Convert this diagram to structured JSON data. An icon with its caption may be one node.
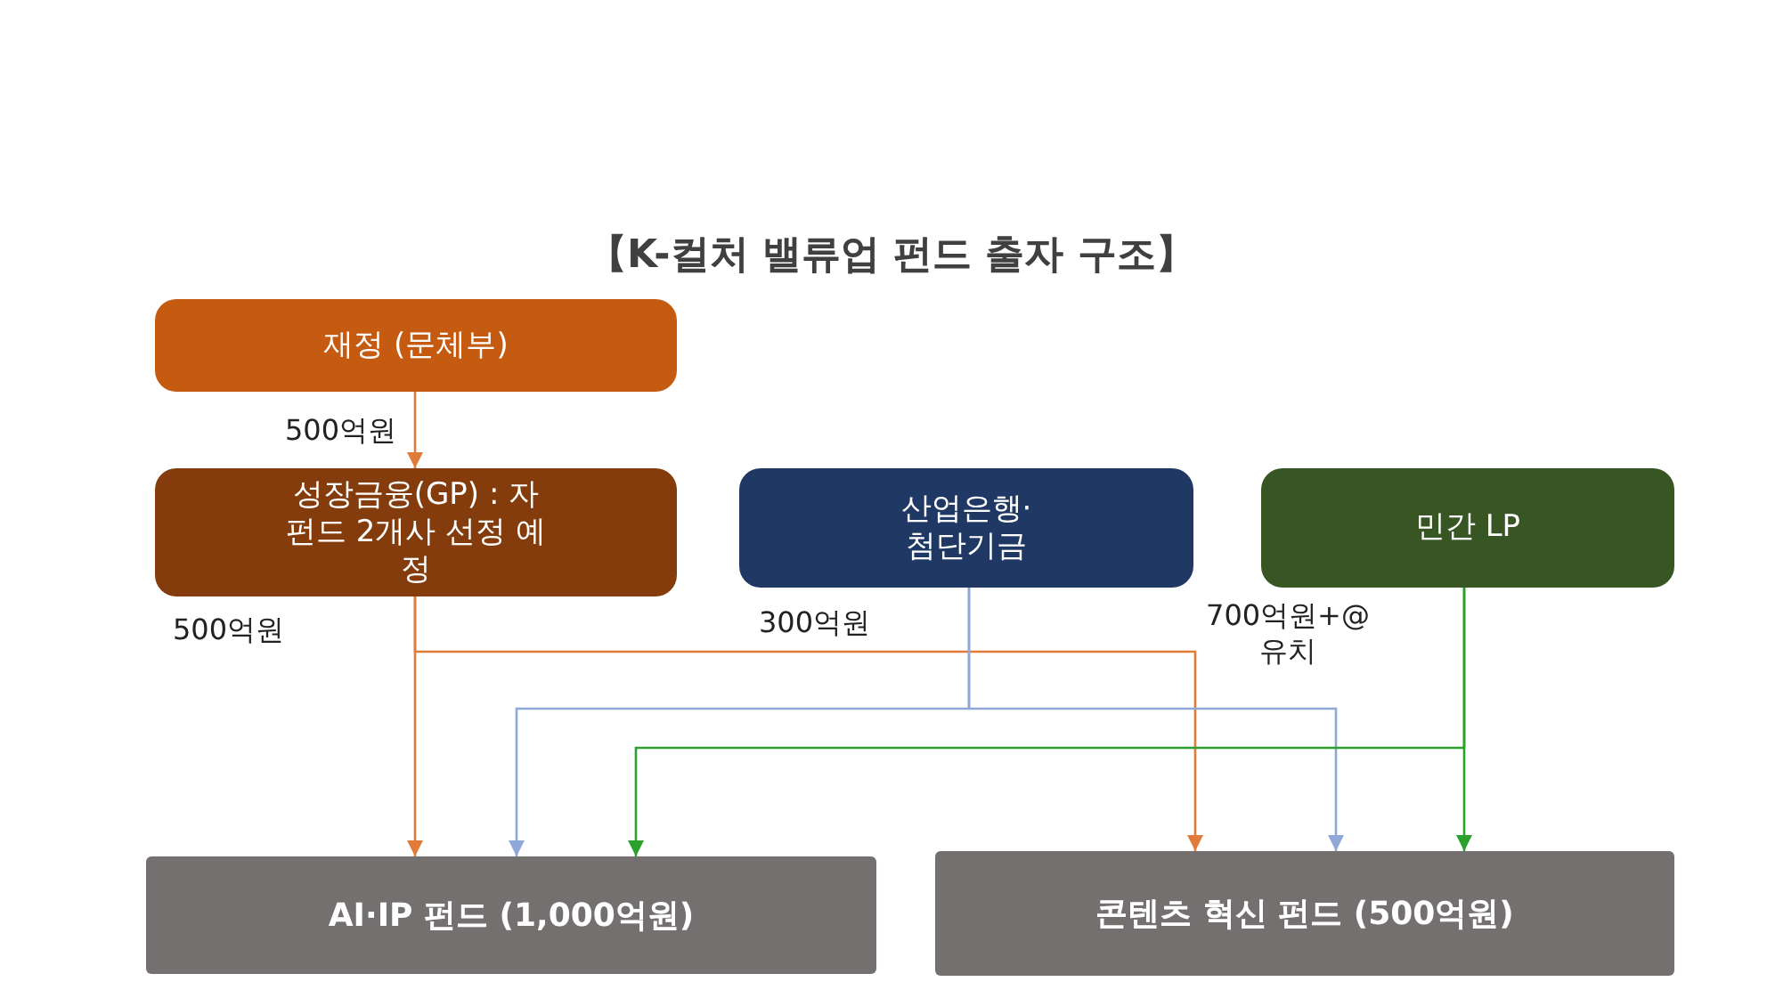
{
  "diagram": {
    "title": "【K-컬처 밸류업 펀드 출자 구조】",
    "nodes": [
      {
        "text": [
          "재정 (문체부)"
        ]
      },
      {
        "text": [
          "성장금융(GP) : 자펀드 2개사 선정 예정"
        ],
        "beside": [
          "500억원"
        ]
      },
      {
        "text": [
          "산업은행· 첨단기금"
        ],
        "beside": [
          "300억원"
        ]
      },
      {
        "text": [
          "민간 LP"
        ],
        "beside": [
          "700억원+@ 유치"
        ]
      },
      {
        "text": [
          "AI·IP 펀드 (1,000억원)"
        ]
      },
      {
        "text": [
          "콘텐츠 혁신 펀드 (500억원)"
        ]
      }
    ],
    "edges": [
      {
        "from": 0,
        "to": 1,
        "arrow": "to",
        "label": "500억원",
        "color": "#e07b39"
      },
      {
        "from": 1,
        "to": 4,
        "arrow": "to",
        "color": "#e07b39"
      },
      {
        "from": 1,
        "to": 5,
        "arrow": "to",
        "color": "#e07b39"
      },
      {
        "from": 2,
        "to": 4,
        "arrow": "to",
        "color": "#8fa8d8"
      },
      {
        "from": 2,
        "to": 5,
        "arrow": "to",
        "color": "#8fa8d8"
      },
      {
        "from": 3,
        "to": 4,
        "arrow": "to",
        "color": "#2ca02c"
      },
      {
        "from": 3,
        "to": 5,
        "arrow": "to",
        "color": "#2ca02c"
      }
    ]
  }
}
